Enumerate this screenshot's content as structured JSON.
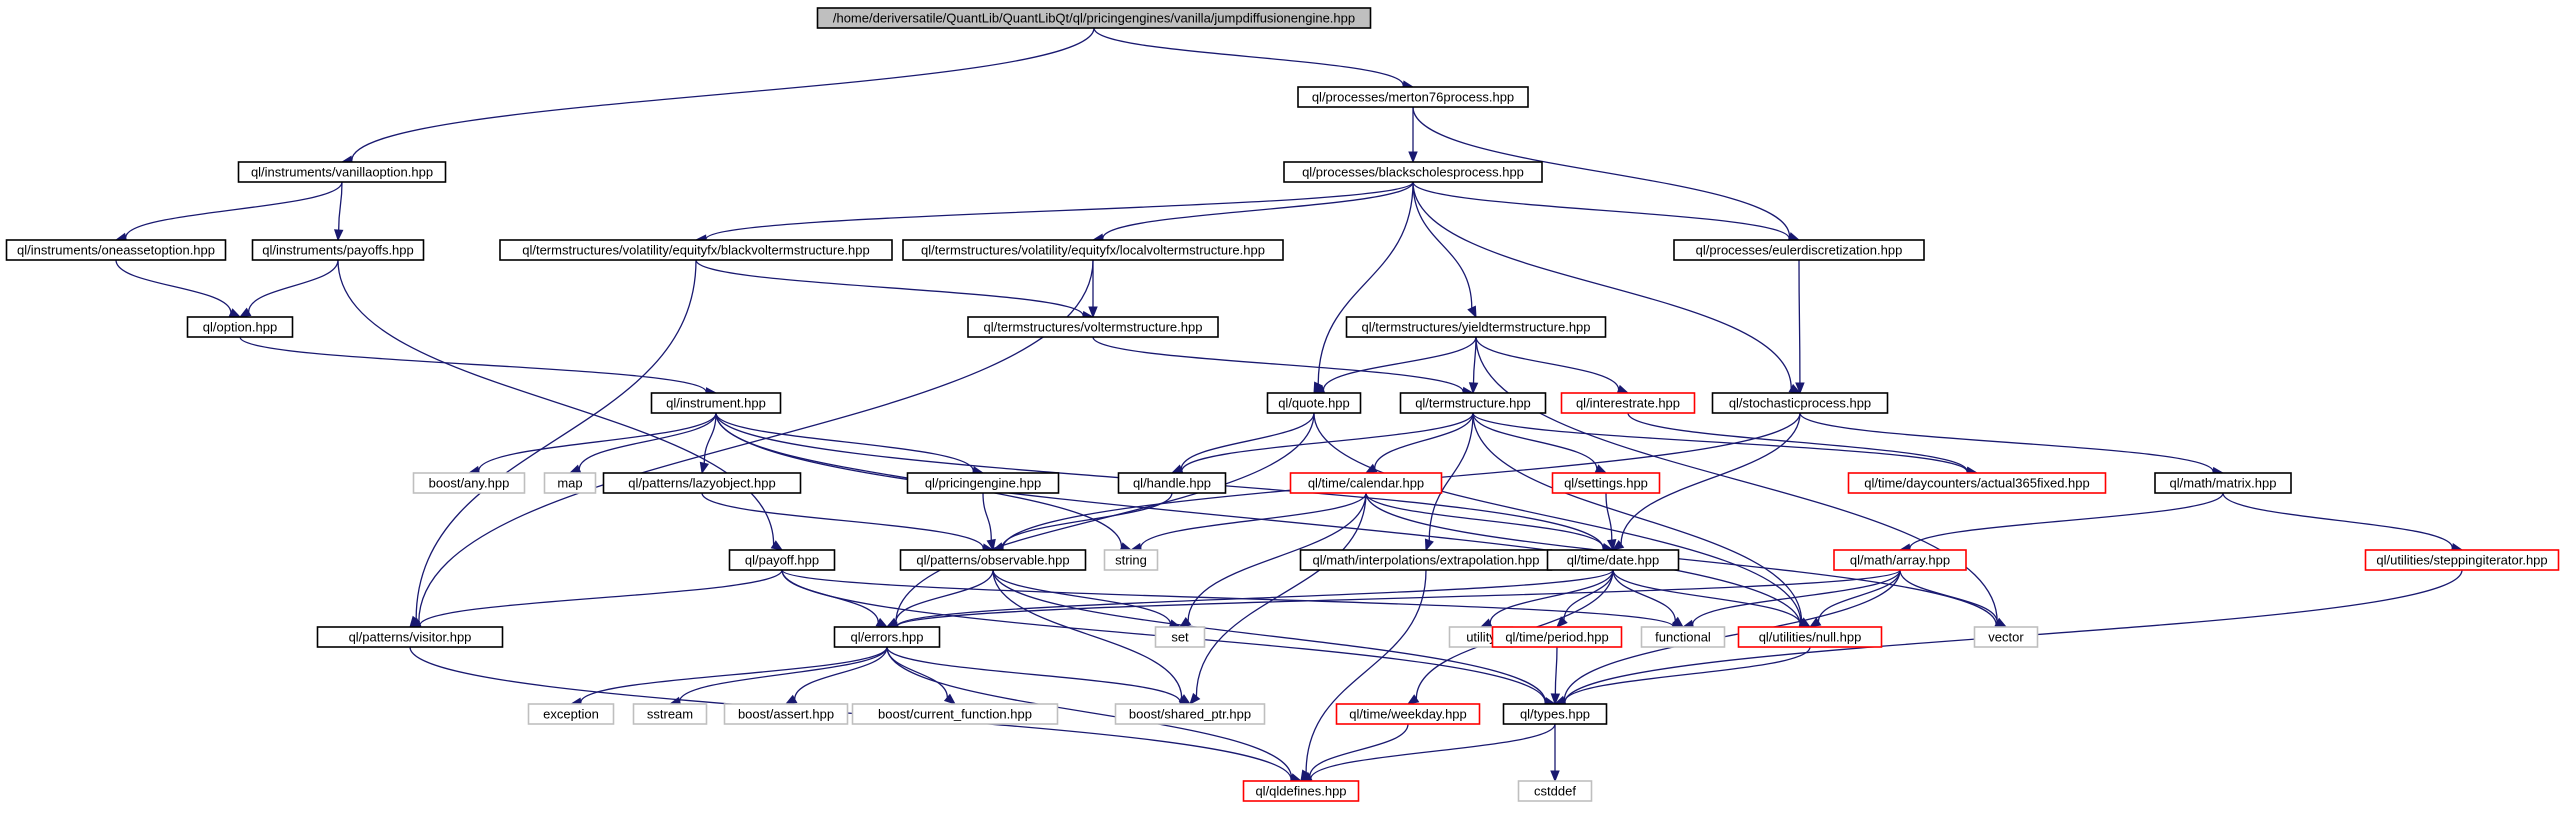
{
  "title": "/home/deriversatile/QuantLib/QuantLibQt/ql/pricingengines/vanilla/jumpdiffusionengine.hpp",
  "colors": {
    "edge": "#191970",
    "box": "#000000",
    "root_fill": "#bfbfbf",
    "truncated_box": "#ff0000",
    "external_box": "#bfbfbf"
  },
  "nodes": {
    "root": "/home/deriversatile/QuantLib/QuantLibQt/ql/pricingengines/vanilla/jumpdiffusionengine.hpp",
    "merton76": "ql/processes/merton76process.hpp",
    "vanillaoption": "ql/instruments/vanillaoption.hpp",
    "bsprocess": "ql/processes/blackscholesprocess.hpp",
    "oneasset": "ql/instruments/oneassetoption.hpp",
    "payoffs": "ql/instruments/payoffs.hpp",
    "blackvol": "ql/termstructures/volatility/equityfx/blackvoltermstructure.hpp",
    "localvol": "ql/termstructures/volatility/equityfx/localvoltermstructure.hpp",
    "eulerdisc": "ql/processes/eulerdiscretization.hpp",
    "option": "ql/option.hpp",
    "voltermstructure": "ql/termstructures/voltermstructure.hpp",
    "yieldts": "ql/termstructures/yieldtermstructure.hpp",
    "instrument": "ql/instrument.hpp",
    "quote": "ql/quote.hpp",
    "termstructure": "ql/termstructure.hpp",
    "interestrate": "ql/interestrate.hpp",
    "stochastic": "ql/stochasticprocess.hpp",
    "boostany": "boost/any.hpp",
    "map": "map",
    "lazyobject": "ql/patterns/lazyobject.hpp",
    "pricingengine": "ql/pricingengine.hpp",
    "handle": "ql/handle.hpp",
    "calendar": "ql/time/calendar.hpp",
    "settings": "ql/settings.hpp",
    "actual365": "ql/time/daycounters/actual365fixed.hpp",
    "matrix": "ql/math/matrix.hpp",
    "payoff": "ql/payoff.hpp",
    "observable": "ql/patterns/observable.hpp",
    "string": "string",
    "extrapolation": "ql/math/interpolations/extrapolation.hpp",
    "date": "ql/time/date.hpp",
    "array": "ql/math/array.hpp",
    "stepping": "ql/utilities/steppingiterator.hpp",
    "visitor": "ql/patterns/visitor.hpp",
    "errors": "ql/errors.hpp",
    "set": "set",
    "utility": "utility",
    "period": "ql/time/period.hpp",
    "functional": "functional",
    "null": "ql/utilities/null.hpp",
    "vector": "vector",
    "exception": "exception",
    "sstream": "sstream",
    "boostassert": "boost/assert.hpp",
    "currentfunction": "boost/current_function.hpp",
    "sharedptr": "boost/shared_ptr.hpp",
    "weekday": "ql/time/weekday.hpp",
    "types": "ql/types.hpp",
    "qldefines": "ql/qldefines.hpp",
    "cstddef": "cstddef"
  }
}
